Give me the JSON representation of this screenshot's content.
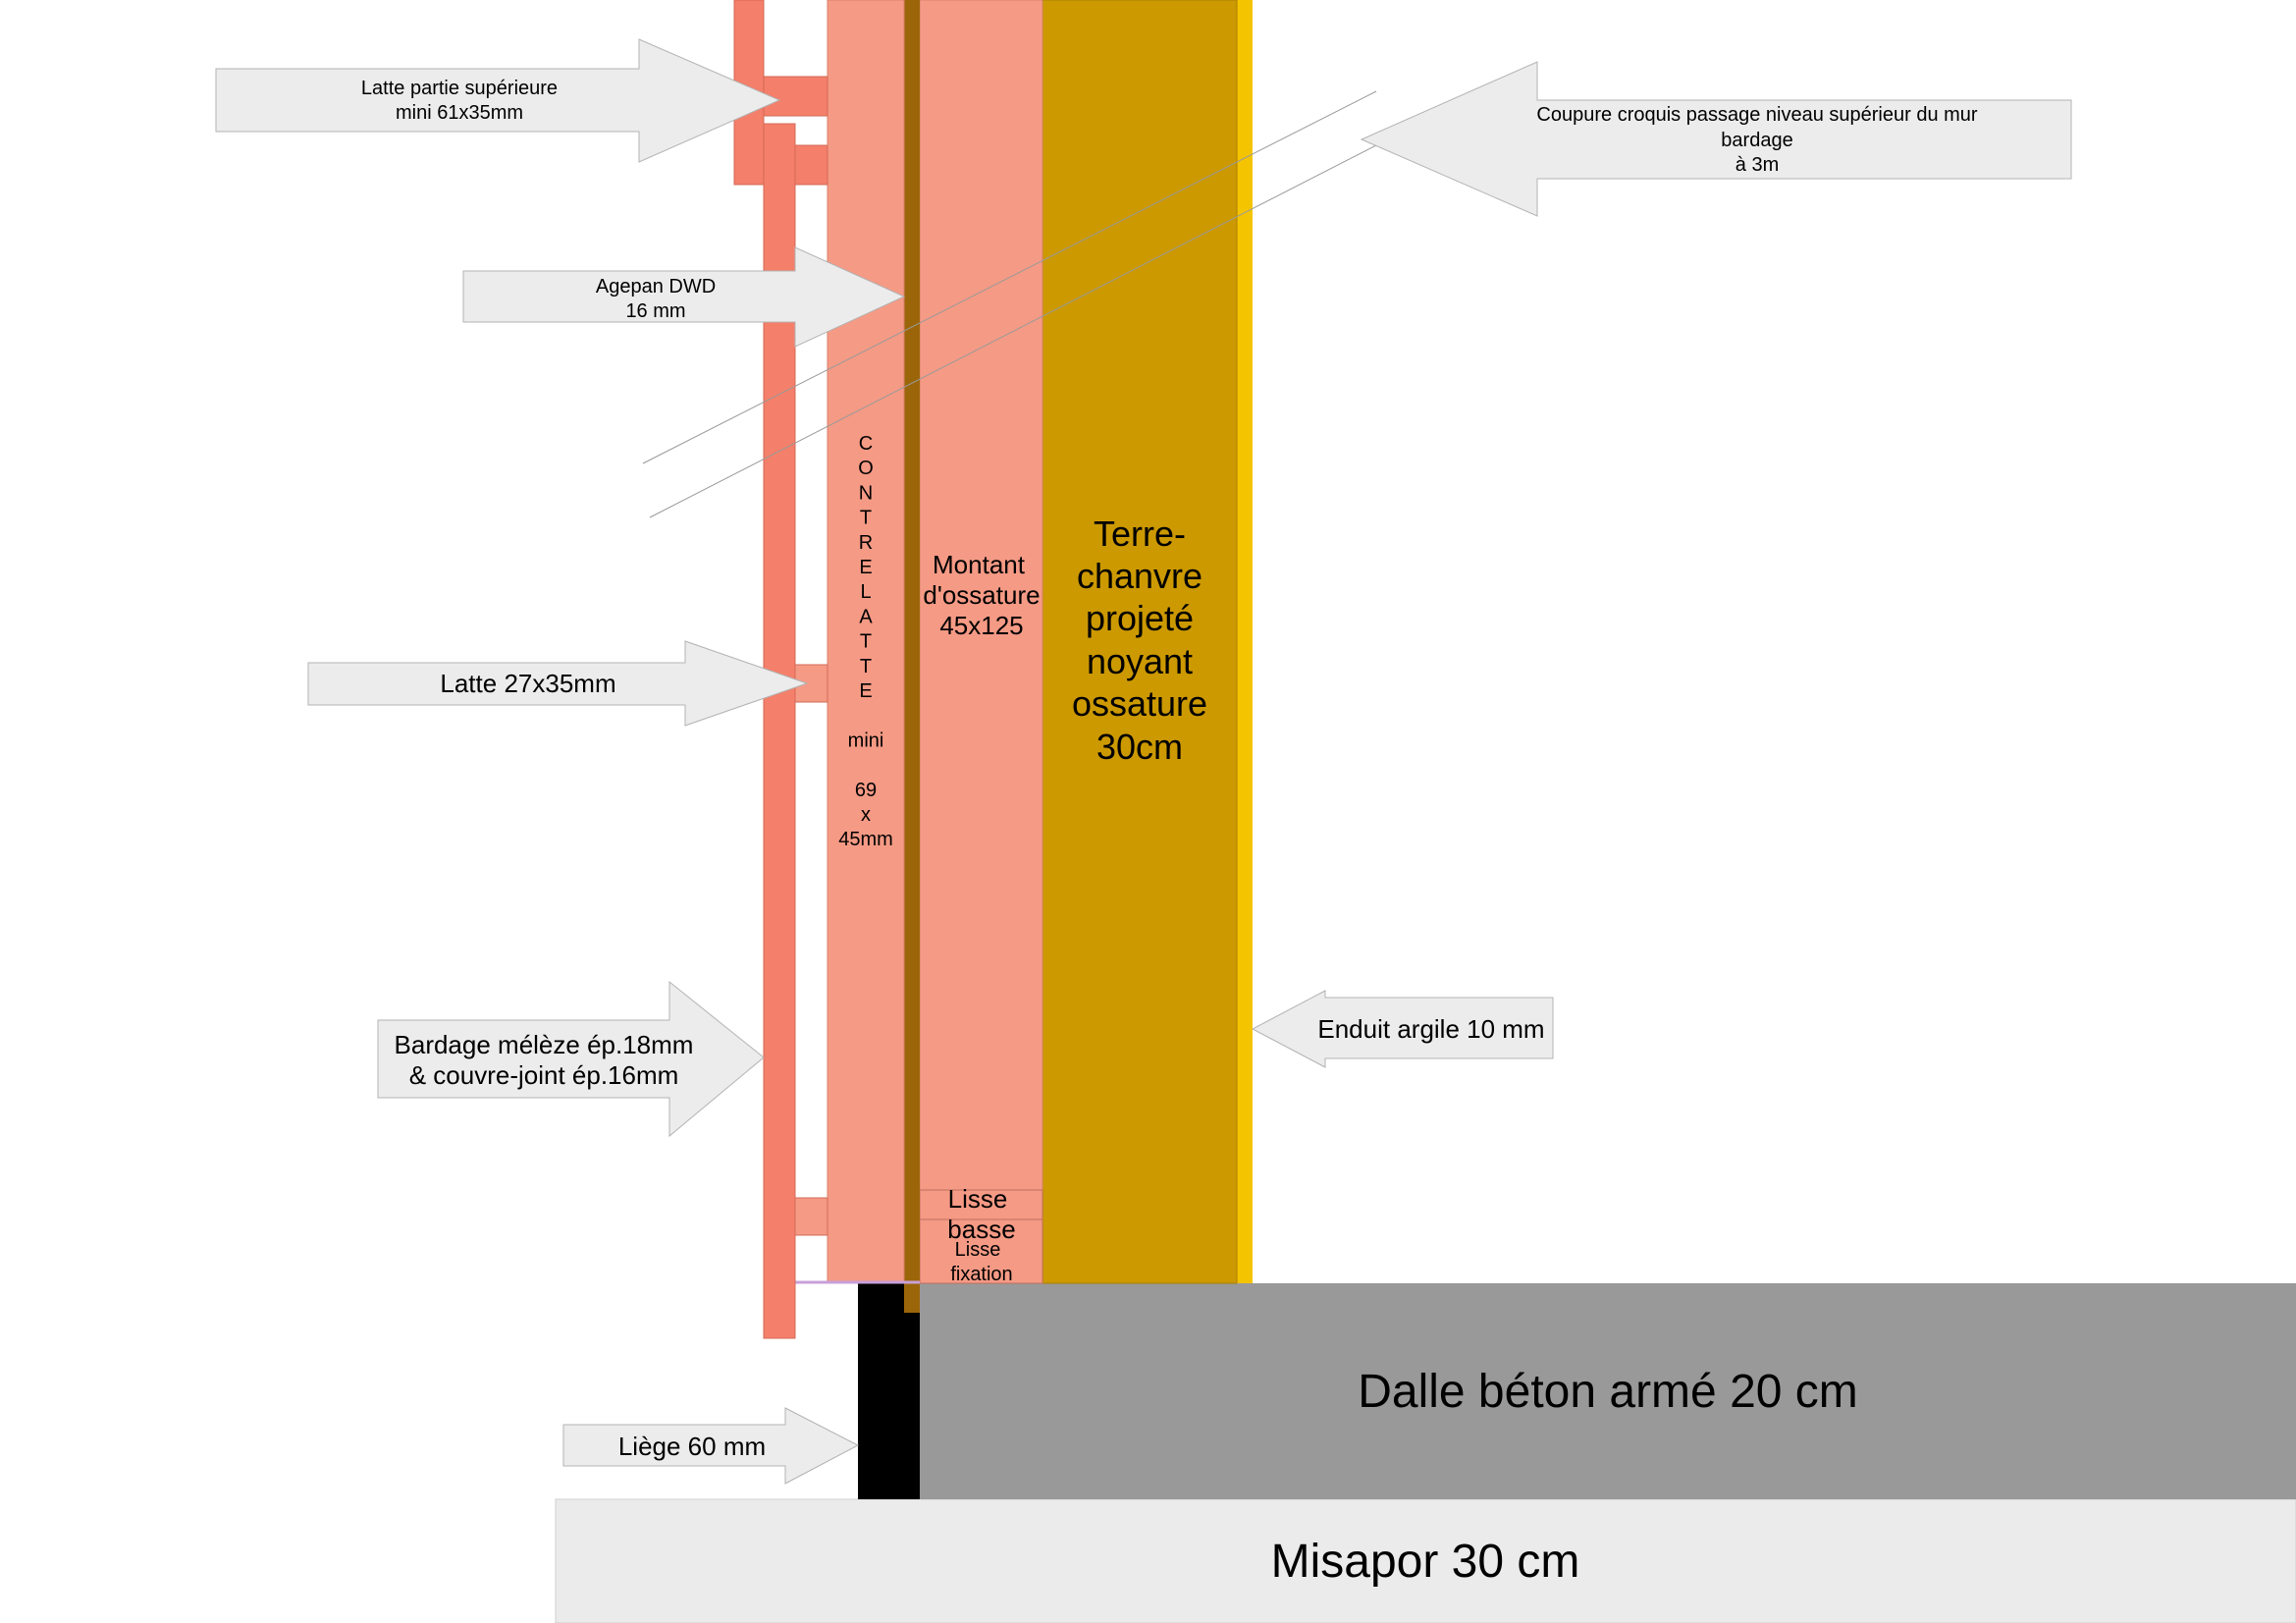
{
  "colors": {
    "wood": "#f47f6a",
    "wood_light": "#f59a85",
    "agepan": "#9b6609",
    "terre_chanvre": "#cc9900",
    "enduit": "#f5c400",
    "beton": "#999999",
    "misapor": "#ebebeb",
    "liege": "#000000",
    "arrow_fill": "#ececec",
    "arrow_stroke": "#b3b3b3"
  },
  "labels": {
    "latte_superieure": [
      "Latte partie supérieure",
      "mini 61x35mm"
    ],
    "coupure": [
      "Coupure croquis passage niveau supérieur du mur",
      "bardage",
      "à 3m"
    ],
    "agepan": [
      "Agepan DWD",
      "16 mm"
    ],
    "latte": "Latte 27x35mm",
    "bardage": [
      "Bardage mélèze ép.18mm",
      "& couvre-joint ép.16mm"
    ],
    "enduit": "Enduit argile 10 mm",
    "liege": "Liège 60 mm",
    "contrelatte": [
      "C",
      "O",
      "N",
      "T",
      "R",
      "E",
      "L",
      "A",
      "T",
      "T",
      "E",
      "",
      "mini",
      "",
      "69",
      "x",
      "45mm"
    ],
    "montant": [
      "Montant",
      "d'ossature",
      "45x125"
    ],
    "terre_chanvre": [
      "Terre-",
      "chanvre",
      "projeté",
      "noyant",
      "ossature",
      "30cm"
    ],
    "lisse_basse": [
      "Lisse",
      "basse"
    ],
    "lisse_fixation": [
      "Lisse",
      "fixation"
    ],
    "dalle": "Dalle béton armé 20 cm",
    "misapor": "Misapor 30 cm"
  }
}
